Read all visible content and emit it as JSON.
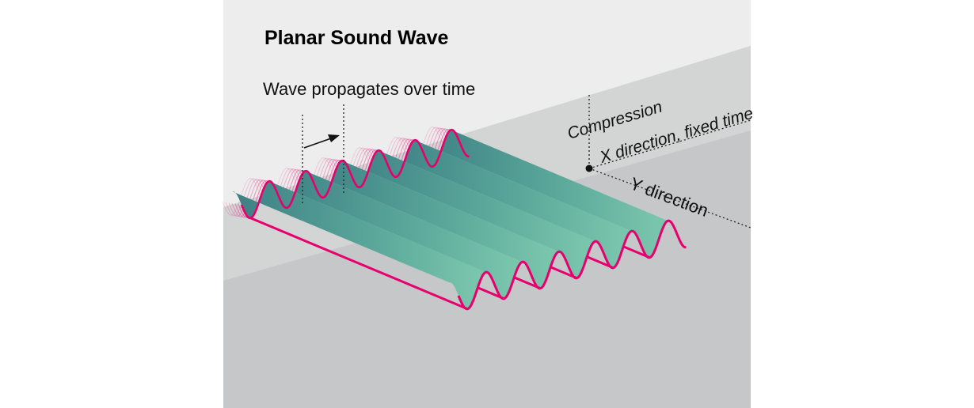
{
  "title": "Planar Sound Wave",
  "propagation_label": "Wave propagates over time",
  "axis_labels": {
    "compression": "Compression",
    "x_direction": "X direction, fixed time",
    "y_direction": "Y direction"
  },
  "wave": {
    "crest_count": 6
  },
  "colors": {
    "background_panel": "#ecedec",
    "plane_light": "#d3d4d4",
    "plane_dark": "#c3c4c5",
    "wave_edge": "#e5006e",
    "wave_face_light": "#7cc8ae",
    "wave_face_dark": "#3d7f84"
  }
}
